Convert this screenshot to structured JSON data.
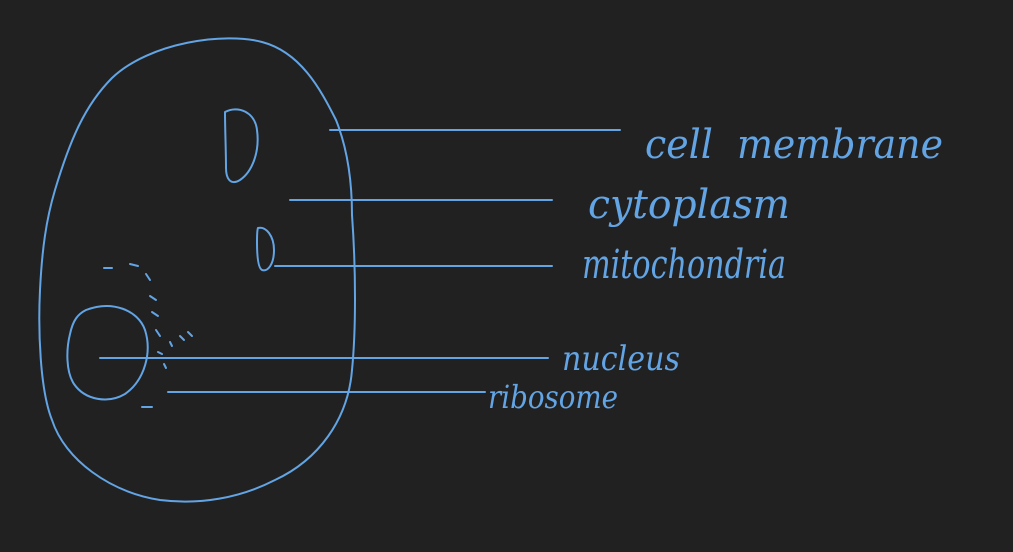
{
  "diagram": {
    "ink_color": "#62a4e4",
    "background_color": "#222121",
    "labels": {
      "cell_membrane": "cell  membrane",
      "cytoplasm": "cytoplasm",
      "mitochondria": "mitochondria",
      "nucleus": "nucleus",
      "ribosome": "ribosome"
    }
  }
}
